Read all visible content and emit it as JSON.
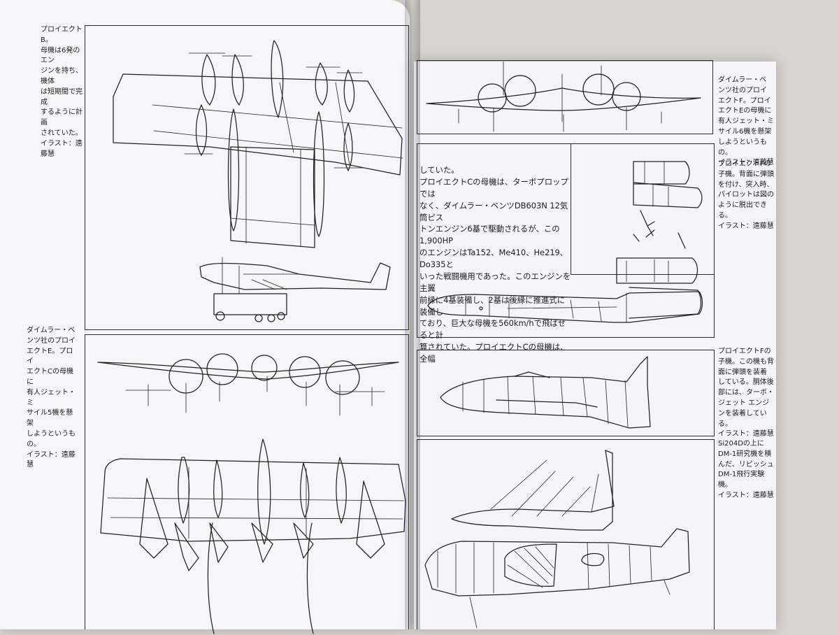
{
  "left_page": {
    "caption_top": "プロイエクトB。\n母機は6発のエン\nジンを持ち、機体\nは短期間で完成\nするように計画\nされていた。\nイラスト：遠藤慧",
    "caption_bottom": "ダイムラー・ベ\nンツ社のプロイ\nエクトE。プロイ\nエクトCの母機に\n有人ジェット・ミ\nサイル5機を懸架\nしようというも\nの。\nイラスト：遠藤慧"
  },
  "right_page": {
    "caption_top": "ダイムラー・ベ\nンツ社のプロイ\nエクトF。プロイ\nエクトEの母機に\n有人ジェット・ミ\nサイル6機を懸架\nしようというも\nの。\nイラスト：遠藤慧",
    "caption_middle": "プロイエクトFの\n子機。背面に弾頭\nを付け、突入時、\nパイロットは図の\nように脱出でき\nる。\nイラスト：遠藤慧",
    "caption_child": "プロイエクトFの\n子機。この機も背\n面に弾頭を装着\nしている。胴体後\n部には、ターボ・\nジェット エンジ\nンを装着してい\nる。\nイラスト：遠藤慧",
    "caption_bottom": "Si204Dの上に\nDM-1研究機を積\nんだ、リピッシュ\nDM-1飛行実験\n機。\nイラスト：遠藤慧",
    "body_text": "していた。\nプロイエクトCの母機は、ターボプロップでは\nなく、ダイムラー・ベンツDB603N 12気筒ピス\nトンエンジン6基で駆動されるが、この1,900HP\nのエンジンはTa152、Me410、He219、Do335と\nいった戦闘機用であった。このエンジンを主翼\n前縁に4基装備し、2基は後縁に推進式に装備し\nており、巨大な母機を560km/hで飛ばせると計\n算されていた。プロイエクトCの母機は、全幅"
  }
}
